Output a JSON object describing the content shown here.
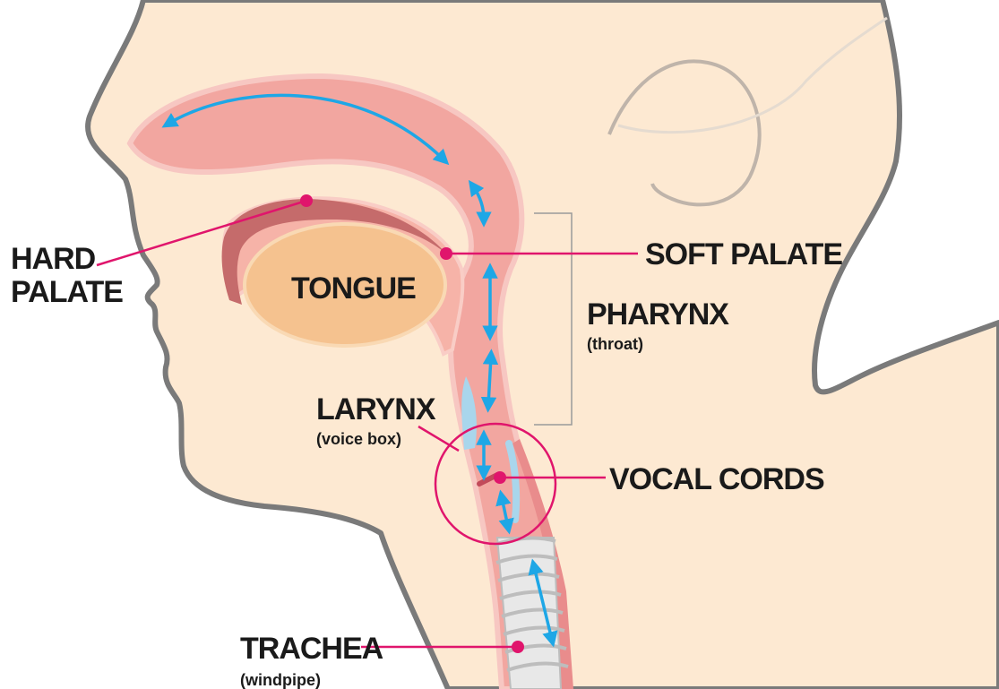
{
  "labels": {
    "hard_palate_line1": "HARD",
    "hard_palate_line2": "PALATE",
    "tongue": "TONGUE",
    "soft_palate": "SOFT PALATE",
    "pharynx": "PHARYNX",
    "pharynx_sub": "(throat)",
    "larynx": "LARYNX",
    "larynx_sub": "(voice box)",
    "vocal_cords": "VOCAL CORDS",
    "trachea": "TRACHEA",
    "trachea_sub": "(windpipe)"
  },
  "colors": {
    "skin": "#fde9d2",
    "outline": "#7a7a7a",
    "airway": "#f2a6a0",
    "tongue": "#f5c28f",
    "accent_magenta": "#e0156c",
    "airflow_blue": "#1ea7e6",
    "trachea_rings": "#dcdcdc"
  }
}
